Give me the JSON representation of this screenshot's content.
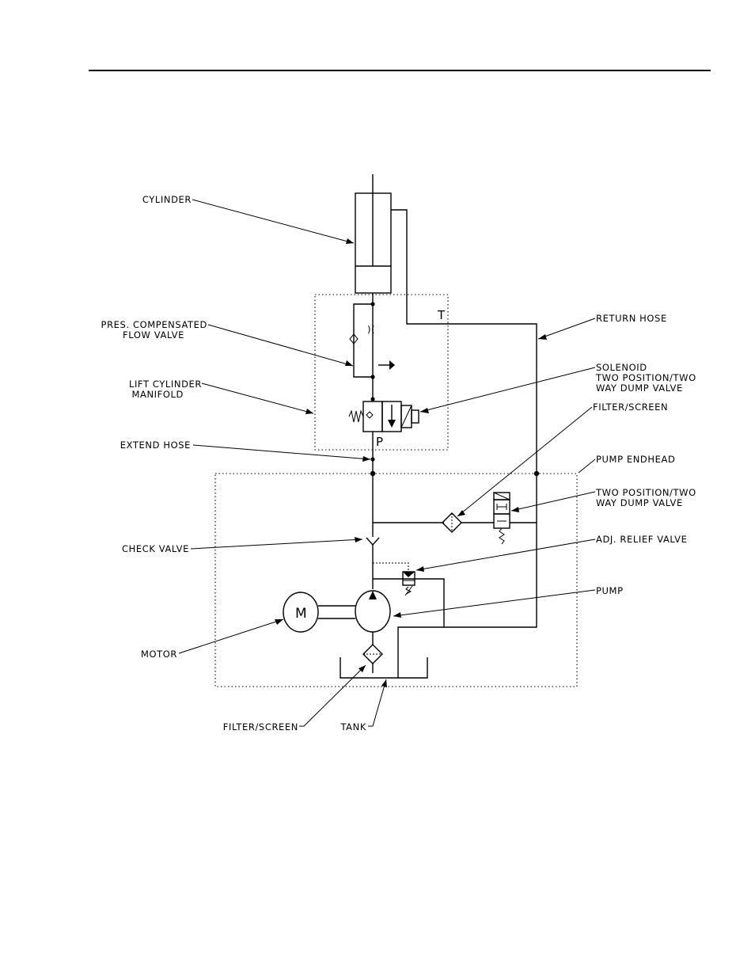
{
  "labels": {
    "cylinder": "CYLINDER",
    "flow_valve_1": "PRES. COMPENSATED",
    "flow_valve_2": "FLOW VALVE",
    "manifold_1": "LIFT CYLINDER",
    "manifold_2": "MANIFOLD",
    "extend_hose": "EXTEND HOSE",
    "check_valve": "CHECK VALVE",
    "motor": "MOTOR",
    "filter_bottom": "FILTER/SCREEN",
    "tank": "TANK",
    "return_hose": "RETURN HOSE",
    "solenoid_1": "SOLENOID",
    "solenoid_2": "TWO POSITION/TWO",
    "solenoid_3": "WAY DUMP VALVE",
    "filter_top": "FILTER/SCREEN",
    "pump_endhead": "PUMP ENDHEAD",
    "dump_valve_1": "TWO POSITION/TWO",
    "dump_valve_2": "WAY DUMP VALVE",
    "relief_valve": "ADJ. RELIEF VALVE",
    "pump": "PUMP"
  },
  "symbols": {
    "motor_letter": "M",
    "port_t": "T",
    "port_p": "P",
    "orifice": ")("
  }
}
